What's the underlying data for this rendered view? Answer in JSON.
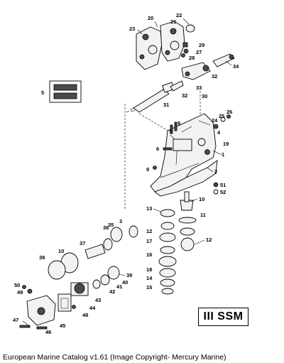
{
  "diagram": {
    "callouts": [
      "1",
      "2",
      "3",
      "4",
      "5",
      "6",
      "7",
      "8",
      "9",
      "10",
      "11",
      "12",
      "13",
      "14",
      "15",
      "16",
      "17",
      "18",
      "19",
      "20",
      "21",
      "22",
      "23",
      "24",
      "25",
      "26",
      "27",
      "28",
      "29",
      "30",
      "31",
      "32",
      "33",
      "34",
      "35",
      "36",
      "37",
      "38",
      "39",
      "40",
      "41",
      "42",
      "43",
      "44",
      "45",
      "46",
      "47",
      "48",
      "49",
      "50",
      "51",
      "52"
    ],
    "badge": "III SSM"
  },
  "caption": "European Marine Catalog v1.61 (Image Copyright- Mercury Marine)"
}
